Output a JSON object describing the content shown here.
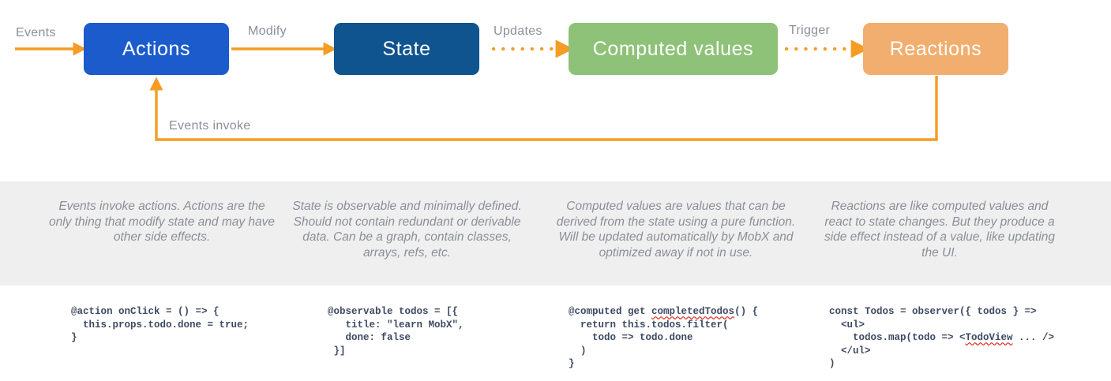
{
  "colors": {
    "actions": "#1B5BCC",
    "state": "#0F538F",
    "computed": "#8DC278",
    "reactions": "#F2AE6E",
    "arrow": "#F59C25",
    "band": "#EFEFEF",
    "label_text": "#8A8F98",
    "code_text": "#3D4A63",
    "spell_error": "#E03A2F"
  },
  "nodes": {
    "actions": "Actions",
    "state": "State",
    "computed": "Computed values",
    "reactions": "Reactions"
  },
  "edges": {
    "events": "Events",
    "modify": "Modify",
    "updates": "Updates",
    "trigger": "Trigger",
    "events_invoke": "Events invoke"
  },
  "descriptions": {
    "actions": "Events invoke actions. Actions are the only thing that modify state and may have other side effects.",
    "state": "State is observable and minimally defined. Should not contain redundant or derivable data. Can be a graph, contain classes, arrays, refs, etc.",
    "computed": "Computed values are values that can be derived from the state using a pure function. Will be updated automatically by MobX and optimized away if not in use.",
    "reactions": "Reactions are like computed values and react to state changes. But they produce a side effect instead of a value, like updating the UI."
  },
  "code": {
    "actions": "@action onClick = () => {\n  this.props.todo.done = true;\n}",
    "state": "@observable todos = [{\n   title: \"learn MobX\",\n   done: false\n }]",
    "computed_line1_pre": "@computed get ",
    "computed_line1_err": "completedTodos",
    "computed_line1_post": "() {",
    "computed_rest": "  return this.todos.filter(\n    todo => todo.done\n  )\n}",
    "reactions_line1": "const Todos = observer({ todos } =>",
    "reactions_line2": "  <ul>",
    "reactions_line3_pre": "    todos.map(todo => <",
    "reactions_line3_err": "TodoView",
    "reactions_line3_post": " ... />",
    "reactions_line4": "  </ul>",
    "reactions_line5": ")"
  }
}
